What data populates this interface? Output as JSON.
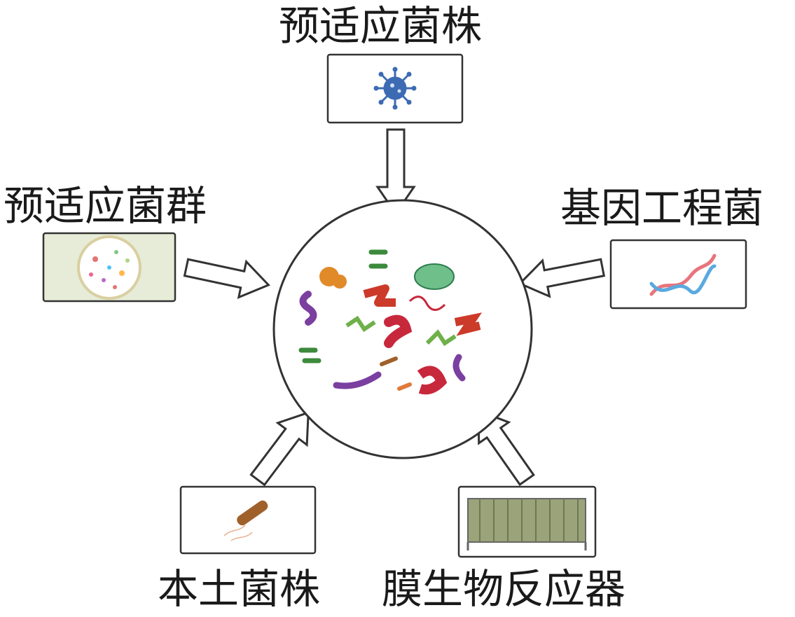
{
  "diagram": {
    "center": {
      "name": "microbial-community"
    },
    "sources": [
      {
        "label": "预适应菌株",
        "icon": "virus-icon"
      },
      {
        "label": "预适应菌群",
        "icon": "petri-dish-icon"
      },
      {
        "label": "基因工程菌",
        "icon": "dna-icon"
      },
      {
        "label": "本土菌株",
        "icon": "bacterium-icon"
      },
      {
        "label": "膜生物反应器",
        "icon": "membrane-bioreactor-icon"
      }
    ]
  },
  "colors": {
    "outline": "#333333",
    "virus": "#3d6bb3",
    "dna_red": "#e8747c",
    "dna_blue": "#5aa9e0"
  }
}
